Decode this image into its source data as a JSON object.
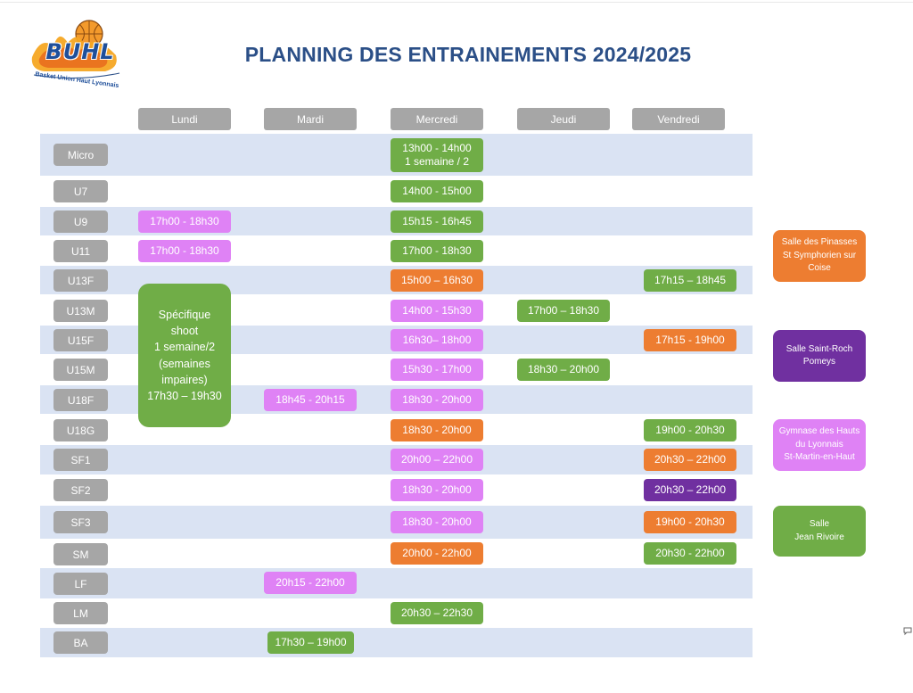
{
  "header": {
    "logo_text": "BUHL",
    "logo_subtitle": "Basket Union Haut Lyonnais",
    "title": "PLANNING DES ENTRAINEMENTS 2024/2025"
  },
  "days": [
    "Lundi",
    "Mardi",
    "Mercredi",
    "Jeudi",
    "Vendredi"
  ],
  "categories": [
    "Micro",
    "U7",
    "U9",
    "U11",
    "U13F",
    "U13M",
    "U15F",
    "U15M",
    "U18F",
    "U18G",
    "SF1",
    "SF2",
    "SF3",
    "SM",
    "LF",
    "LM",
    "BA"
  ],
  "special_session": {
    "text": "Spécifique\nshoot\n1 semaine/2\n(semaines\nimpaires)\n17h30 – 19h30",
    "venue_color": "green"
  },
  "slots": [
    {
      "category": "Micro",
      "day": "Mercredi",
      "text": "13h00 - 14h00\n1 semaine / 2",
      "venue_color": "green"
    },
    {
      "category": "U7",
      "day": "Mercredi",
      "text": "14h00 - 15h00",
      "venue_color": "green"
    },
    {
      "category": "U9",
      "day": "Lundi",
      "text": "17h00 - 18h30",
      "venue_color": "pink"
    },
    {
      "category": "U9",
      "day": "Mercredi",
      "text": "15h15 - 16h45",
      "venue_color": "green"
    },
    {
      "category": "U11",
      "day": "Lundi",
      "text": "17h00 - 18h30",
      "venue_color": "pink"
    },
    {
      "category": "U11",
      "day": "Mercredi",
      "text": "17h00 - 18h30",
      "venue_color": "green"
    },
    {
      "category": "U13F",
      "day": "Mercredi",
      "text": "15h00 – 16h30",
      "venue_color": "orange"
    },
    {
      "category": "U13F",
      "day": "Vendredi",
      "text": "17h15 – 18h45",
      "venue_color": "green"
    },
    {
      "category": "U13M",
      "day": "Mercredi",
      "text": "14h00 - 15h30",
      "venue_color": "pink"
    },
    {
      "category": "U13M",
      "day": "Jeudi",
      "text": "17h00 – 18h30",
      "venue_color": "green"
    },
    {
      "category": "U15F",
      "day": "Mercredi",
      "text": "16h30– 18h00",
      "venue_color": "pink"
    },
    {
      "category": "U15F",
      "day": "Vendredi",
      "text": "17h15 - 19h00",
      "venue_color": "orange"
    },
    {
      "category": "U15M",
      "day": "Mercredi",
      "text": "15h30 - 17h00",
      "venue_color": "pink"
    },
    {
      "category": "U15M",
      "day": "Jeudi",
      "text": "18h30 – 20h00",
      "venue_color": "green"
    },
    {
      "category": "U18F",
      "day": "Mardi",
      "text": "18h45 - 20h15",
      "venue_color": "pink"
    },
    {
      "category": "U18F",
      "day": "Mercredi",
      "text": "18h30 - 20h00",
      "venue_color": "pink"
    },
    {
      "category": "U18G",
      "day": "Mercredi",
      "text": "18h30 - 20h00",
      "venue_color": "orange"
    },
    {
      "category": "U18G",
      "day": "Vendredi",
      "text": "19h00 - 20h30",
      "venue_color": "green"
    },
    {
      "category": "SF1",
      "day": "Mercredi",
      "text": "20h00 – 22h00",
      "venue_color": "pink"
    },
    {
      "category": "SF1",
      "day": "Vendredi",
      "text": "20h30 – 22h00",
      "venue_color": "orange"
    },
    {
      "category": "SF2",
      "day": "Mercredi",
      "text": "18h30 - 20h00",
      "venue_color": "pink"
    },
    {
      "category": "SF2",
      "day": "Vendredi",
      "text": "20h30 – 22h00",
      "venue_color": "purple"
    },
    {
      "category": "SF3",
      "day": "Mercredi",
      "text": "18h30 - 20h00",
      "venue_color": "pink"
    },
    {
      "category": "SF3",
      "day": "Vendredi",
      "text": "19h00 - 20h30",
      "venue_color": "orange"
    },
    {
      "category": "SM",
      "day": "Mercredi",
      "text": "20h00 - 22h00",
      "venue_color": "orange"
    },
    {
      "category": "SM",
      "day": "Vendredi",
      "text": "20h30 - 22h00",
      "venue_color": "green"
    },
    {
      "category": "LF",
      "day": "Mardi",
      "text": "20h15 - 22h00",
      "venue_color": "pink"
    },
    {
      "category": "LM",
      "day": "Mercredi",
      "text": "20h30 – 22h30",
      "venue_color": "green"
    },
    {
      "category": "BA",
      "day": "Mardi",
      "text": "17h30 – 19h00",
      "venue_color": "green"
    }
  ],
  "venues": [
    {
      "name": "Salle des Pinasses\nSt Symphorien sur\nCoise",
      "color": "orange"
    },
    {
      "name": "Salle Saint-Roch\nPomeys",
      "color": "purple"
    },
    {
      "name": "Gymnase des Hauts\ndu Lyonnais\nSt-Martin-en-Haut",
      "color": "pink"
    },
    {
      "name": "Salle\nJean Rivoire",
      "color": "green"
    }
  ],
  "colors": {
    "title": "#2b4f87",
    "band": "#dae3f3",
    "label_gray": "#a6a6a6",
    "green": "#70ad47",
    "orange": "#ed7d31",
    "pink": "#df82f5",
    "purple": "#7030a0"
  }
}
